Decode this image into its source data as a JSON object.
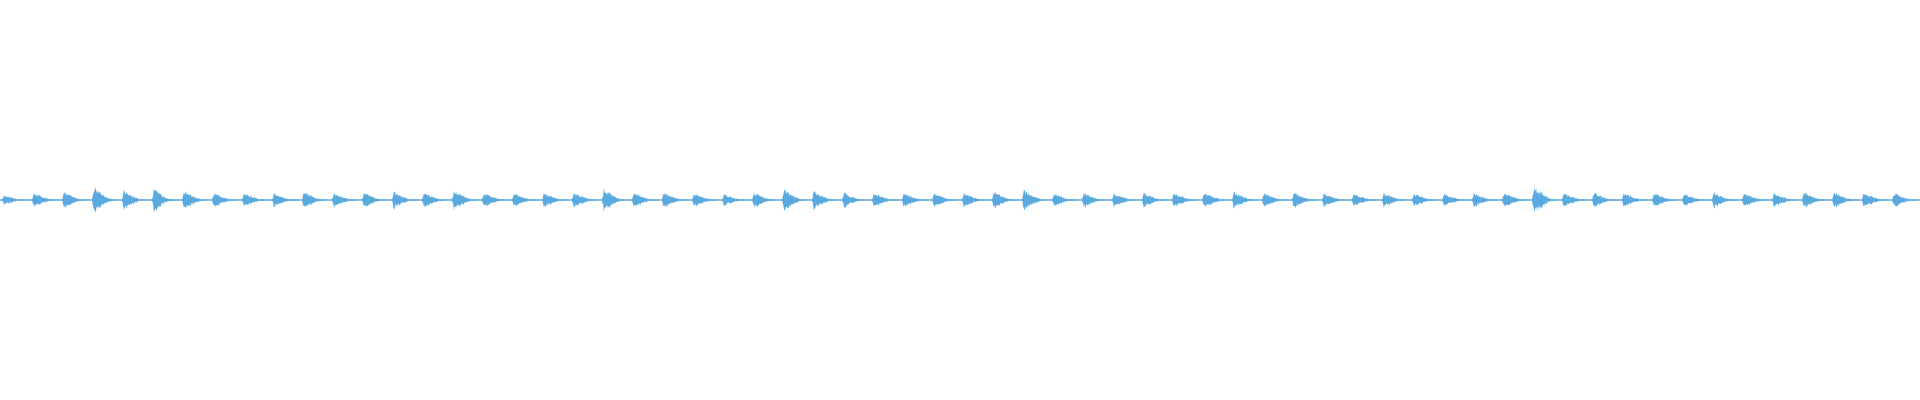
{
  "waveform": {
    "color": "#5aaae0",
    "background": "#ffffff",
    "beat_count": 64,
    "beat_amplitudes": [
      0.35,
      0.55,
      0.6,
      1.0,
      0.7,
      0.8,
      0.75,
      0.5,
      0.55,
      0.5,
      0.65,
      0.55,
      0.55,
      0.6,
      0.55,
      0.75,
      0.6,
      0.5,
      0.55,
      0.6,
      0.85,
      0.55,
      0.6,
      0.55,
      0.45,
      0.6,
      0.8,
      0.7,
      0.55,
      0.55,
      0.55,
      0.5,
      0.55,
      0.6,
      0.75,
      0.55,
      0.55,
      0.5,
      0.55,
      0.55,
      0.6,
      0.6,
      0.55,
      0.55,
      0.5,
      0.5,
      0.55,
      0.5,
      0.5,
      0.55,
      0.6,
      1.05,
      0.55,
      0.55,
      0.55,
      0.55,
      0.5,
      0.55,
      0.55,
      0.55,
      0.6,
      0.6,
      0.6,
      0.55
    ]
  }
}
